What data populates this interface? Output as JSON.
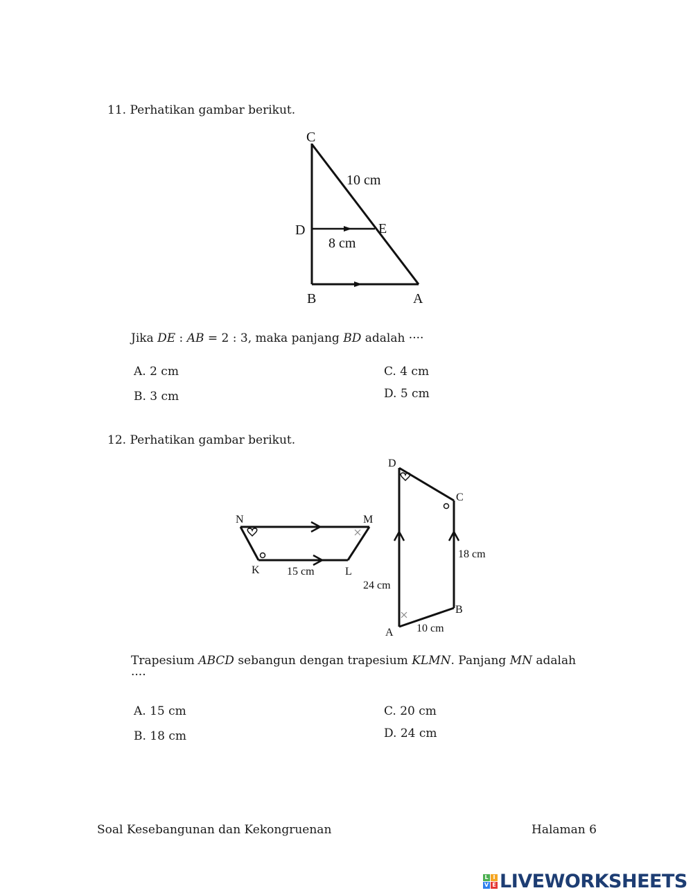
{
  "questions": [
    {
      "number": "11.",
      "prompt": "Perhatikan gambar berikut.",
      "figure": {
        "vertices": [
          "C",
          "D",
          "E",
          "B",
          "A"
        ],
        "side_labels": {
          "CE": "10 cm",
          "DE": "8 cm"
        }
      },
      "question": {
        "p1": "Jika ",
        "v1": "DE",
        "p2": " : ",
        "v2": "AB",
        "p3": " = 2 : 3, maka panjang ",
        "v3": "BD",
        "p4": " adalah ····"
      },
      "options": {
        "A": "A.  2 cm",
        "B": "B.  3 cm",
        "C": "C.  4 cm",
        "D": "D.  5 cm"
      }
    },
    {
      "number": "12.",
      "prompt": "Perhatikan gambar berikut.",
      "figure": {
        "small_vertices": [
          "N",
          "M",
          "K",
          "L"
        ],
        "small_side_labels": {
          "KL": "15 cm"
        },
        "large_vertices": [
          "D",
          "C",
          "B",
          "A"
        ],
        "large_side_labels": {
          "BC": "18 cm",
          "AD": "24 cm",
          "AB": "10 cm"
        }
      },
      "question": {
        "p1": "Trapesium ",
        "v1": "ABCD",
        "p2": " sebangun dengan trapesium ",
        "v2": "KLMN",
        "p3": ".  Panjang ",
        "v3": "MN",
        "p4": " adalah",
        "p5": "····"
      },
      "options": {
        "A": "A.  15 cm",
        "B": "B.  18 cm",
        "C": "C.  20 cm",
        "D": "D.  24 cm"
      }
    }
  ],
  "footer": {
    "left": "Soal Kesebangunan dan Kekongruenan",
    "right": "Halaman 6"
  },
  "branding": {
    "logo_text": "LIVEWORKSHEETS",
    "mark_letters": [
      "L",
      "I",
      "V",
      "E"
    ],
    "mark_colors": [
      "#4caf50",
      "#f5a623",
      "#2f80ed",
      "#e53935"
    ],
    "text_color": "#1d3d73"
  }
}
